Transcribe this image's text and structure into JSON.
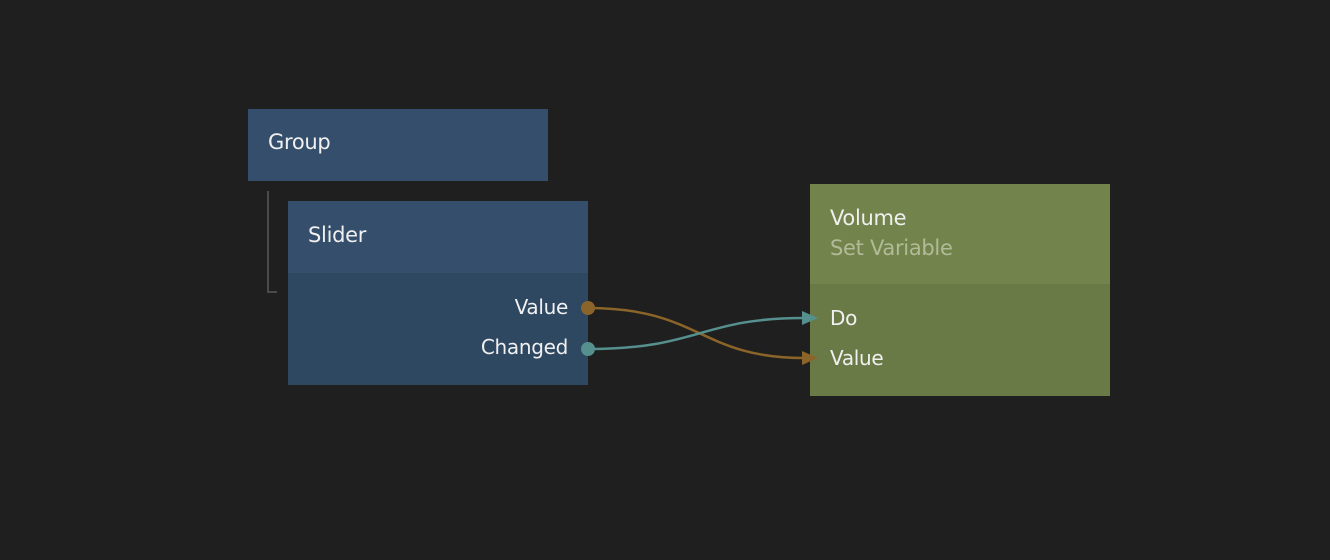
{
  "nodes": {
    "group": {
      "title": "Group",
      "color": "#344e6b"
    },
    "slider": {
      "title": "Slider",
      "header_color": "#344e6b",
      "body_color": "#2f4862",
      "outputs": [
        "Value",
        "Changed"
      ]
    },
    "volume": {
      "title": "Volume",
      "subtitle": "Set Variable",
      "header_color": "#72834b",
      "body_color": "#6a7a47",
      "inputs": [
        "Do",
        "Value"
      ]
    }
  },
  "connections": [
    {
      "from": "Slider.Value",
      "to": "Volume.Value",
      "color": "#8a6428"
    },
    {
      "from": "Slider.Changed",
      "to": "Volume.Do",
      "color": "#56908e"
    }
  ]
}
